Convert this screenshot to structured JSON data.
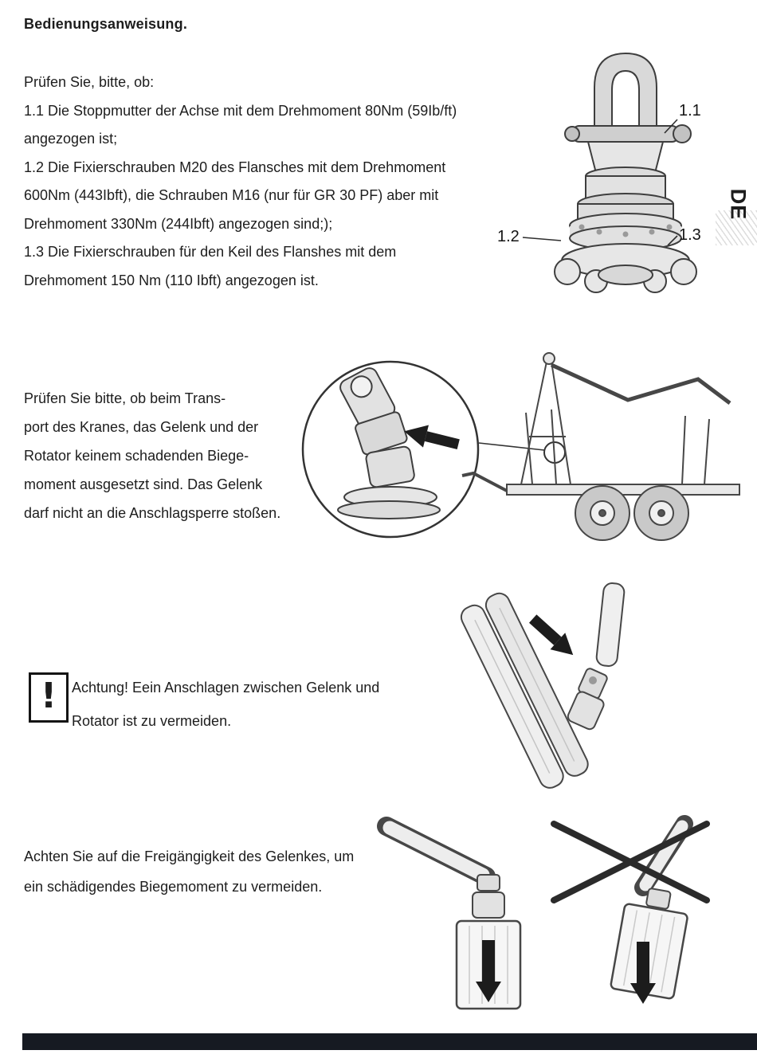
{
  "page": {
    "title": "Bedienungsanweisung.",
    "language_tab": "DE",
    "ink_color": "#1d1d1d",
    "footer_bar_color": "#161a22"
  },
  "section_torque": {
    "lines": [
      "Prüfen Sie, bitte, ob:",
      "1.1 Die Stoppmutter der Achse mit dem  Drehmoment 80Nm (59Ib/ft)",
      "angezogen ist;",
      "1.2 Die Fixierschrauben M20 des Flansches mit dem Drehmoment",
      "600Nm (443Ibft), die Schrauben M16 (nur für GR 30 PF) aber mit",
      "Drehmoment 330Nm (244Ibft) angezogen sind;);",
      "1.3 Die Fixierschrauben für den Keil des Flanshes mit dem",
      "Drehmoment 150 Nm (110 Ibft) angezogen ist."
    ],
    "callouts": {
      "c11": "1.1",
      "c12": "1.2",
      "c13": "1.3"
    }
  },
  "section_transport": {
    "lines": [
      "Prüfen Sie bitte, ob beim Trans-",
      "port des Kranes, das Gelenk und der",
      "Rotator keinem schadenden Biege-",
      "moment ausgesetzt sind. Das Gelenk",
      "darf nicht an die Anschlagsperre stoßen."
    ]
  },
  "section_warning": {
    "icon_glyph": "!",
    "lines": [
      "Achtung! Eein Anschlagen zwischen Gelenk und",
      "Rotator ist zu vermeiden."
    ]
  },
  "section_clearance": {
    "lines": [
      "Achten Sie auf die Freigängigkeit des Gelenkes, um",
      "ein schädigendes Biegemoment zu vermeiden."
    ]
  }
}
